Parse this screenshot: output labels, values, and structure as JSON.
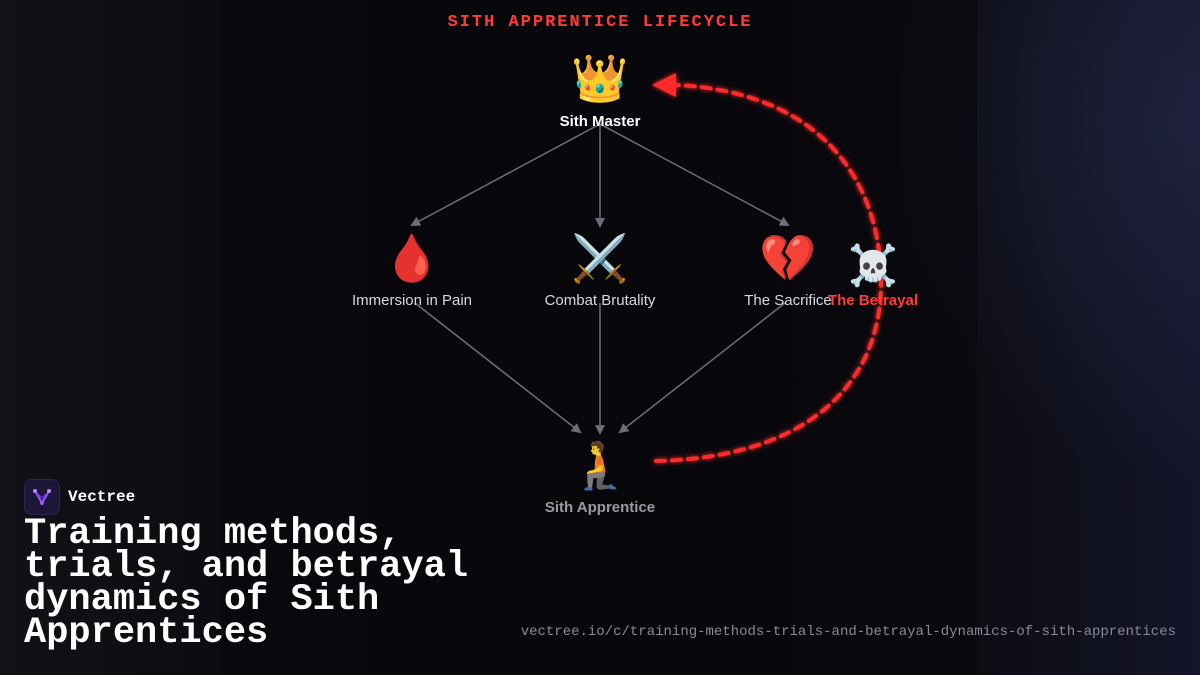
{
  "diagram": {
    "title": "SITH APPRENTICE LIFECYCLE",
    "nodes": {
      "master": {
        "icon": "👑",
        "icon_name": "crown-icon",
        "label": "Sith Master"
      },
      "pain": {
        "icon": "🩸",
        "icon_name": "blood-drop-icon",
        "label": "Immersion in Pain"
      },
      "combat": {
        "icon": "⚔️",
        "icon_name": "crossed-swords-icon",
        "label": "Combat Brutality"
      },
      "sacrifice": {
        "icon": "💔",
        "icon_name": "broken-heart-icon",
        "label": "The Sacrifice"
      },
      "betrayal": {
        "icon": "☠️",
        "icon_name": "skull-crossbones-icon",
        "label": "The Betrayal"
      },
      "apprentice": {
        "icon": "🧎",
        "icon_name": "kneeling-person-icon",
        "label": "Sith Apprentice"
      }
    },
    "edges": [
      {
        "from": "Sith Master",
        "to": "Immersion in Pain",
        "style": "solid"
      },
      {
        "from": "Sith Master",
        "to": "Combat Brutality",
        "style": "solid"
      },
      {
        "from": "Sith Master",
        "to": "The Sacrifice",
        "style": "solid"
      },
      {
        "from": "Immersion in Pain",
        "to": "Sith Apprentice",
        "style": "solid"
      },
      {
        "from": "Combat Brutality",
        "to": "Sith Apprentice",
        "style": "solid"
      },
      {
        "from": "The Sacrifice",
        "to": "Sith Apprentice",
        "style": "solid"
      },
      {
        "from": "Sith Apprentice",
        "to": "Sith Master",
        "style": "dashed",
        "via": "The Betrayal"
      }
    ],
    "colors": {
      "accent": "#ff3b3b",
      "edge": "#6e6e7a",
      "background": "#0d0d12"
    }
  },
  "brand": {
    "name": "Vectree",
    "logo_icon": "vectree-logo-icon"
  },
  "headline": "Training methods, trials, and betrayal dynamics of Sith Apprentices",
  "url": "vectree.io/c/training-methods-trials-and-betrayal-dynamics-of-sith-apprentices"
}
